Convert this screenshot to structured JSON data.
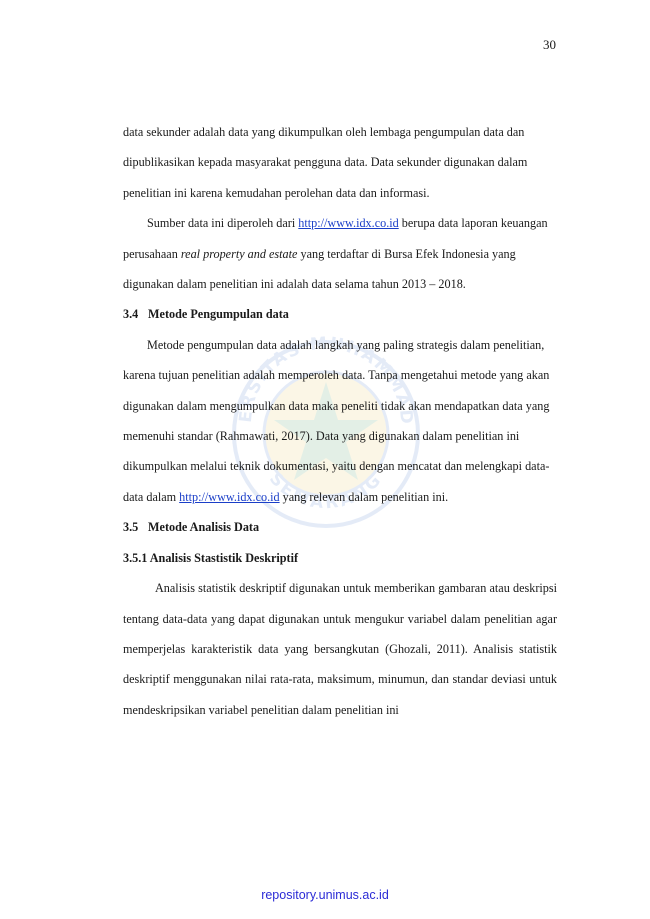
{
  "page": {
    "number": "30",
    "footer": "repository.unimus.ac.id",
    "watermark_text_top": "UNIVERSITAS MUHAMMADIYAH",
    "watermark_text_bottom": "SEMARANG"
  },
  "paragraphs": {
    "p1": "data sekunder adalah data yang dikumpulkan oleh lembaga pengumpulan data dan dipublikasikan kepada masyarakat pengguna data. Data sekunder digunakan dalam penelitian ini karena kemudahan perolehan data dan informasi.",
    "p2_a": "Sumber data ini diperoleh dari ",
    "p2_link": "http://www.idx.co.id",
    "p2_b": " berupa data laporan keuangan perusahaan ",
    "p2_em": "real property and estate",
    "p2_c": " yang terdaftar di Bursa Efek Indonesia yang digunakan dalam penelitian ini adalah data selama tahun 2013 – 2018.",
    "h34_num": "3.4",
    "h34_title": "Metode Pengumpulan data",
    "p3_a": "Metode pengumpulan data adalah langkah yang paling strategis dalam penelitian, karena tujuan penelitian adalah memperoleh data. Tanpa mengetahui metode yang akan digunakan dalam mengumpulkan data maka peneliti tidak akan mendapatkan data yang memenuhi standar (Rahmawati, 2017). Data yang digunakan dalam penelitian ini dikumpulkan melalui teknik dokumentasi, yaitu dengan mencatat dan melengkapi data-data dalam ",
    "p3_link": "http://www.idx.co.id",
    "p3_b": " yang relevan dalam penelitian ini.",
    "h35_num": "3.5",
    "h35_title": "Metode Analisis Data",
    "h351": "3.5.1 Analisis Stastistik Deskriptif",
    "p4": "Analisis statistik deskriptif digunakan untuk memberikan gambaran atau deskripsi tentang data-data yang dapat digunakan untuk mengukur variabel dalam penelitian agar memperjelas karakteristik data yang bersangkutan (Ghozali, 2011). Analisis statistik deskriptif menggunakan nilai rata-rata, maksimum, minumun, dan standar deviasi untuk mendeskripsikan variabel penelitian dalam penelitian ini"
  }
}
